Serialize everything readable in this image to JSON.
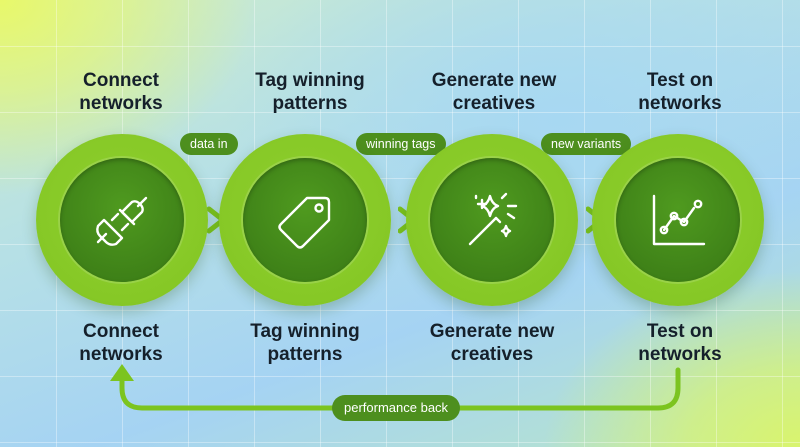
{
  "steps": [
    {
      "title_top": "Connect\nnetworks",
      "title_bottom": "Connect\nnetworks",
      "icon": "plug-icon"
    },
    {
      "title_top": "Tag winning\npatterns",
      "title_bottom": "Tag winning\npatterns",
      "icon": "tag-icon"
    },
    {
      "title_top": "Generate new\ncreatives",
      "title_bottom": "Generate new\ncreatives",
      "icon": "magic-wand-icon"
    },
    {
      "title_top": "Test on\nnetworks",
      "title_bottom": "Test on\nnetworks",
      "icon": "line-chart-icon"
    }
  ],
  "connectors": [
    {
      "label": "data in"
    },
    {
      "label": "winning tags"
    },
    {
      "label": "new variants"
    }
  ],
  "feedback": {
    "label": "performance back"
  },
  "colors": {
    "ring": "#86c826",
    "core": "#3f8218",
    "pill": "#4d8f1e",
    "text": "#15202b"
  }
}
